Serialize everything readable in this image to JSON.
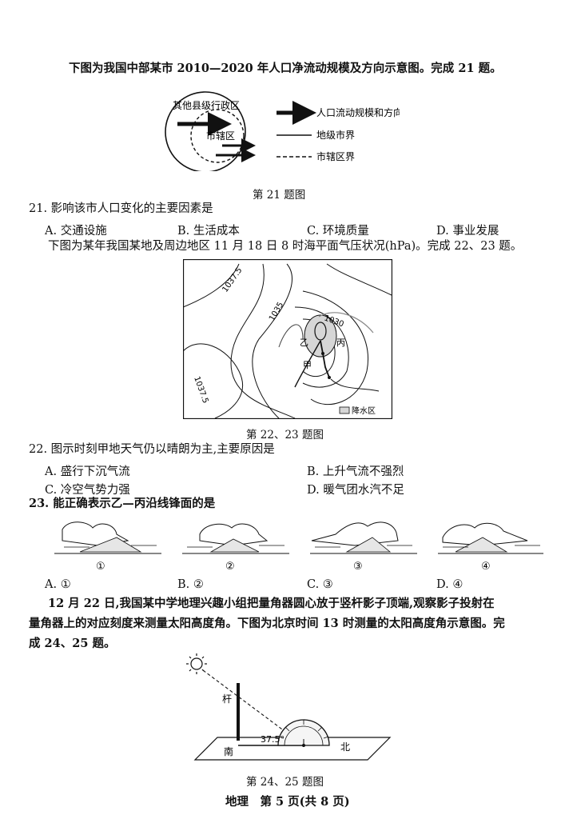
{
  "intro21": "下图为我国中部某市 2010—2020 年人口净流动规模及方向示意图。完成 21 题。",
  "fig21": {
    "outer_label": "其他县级行政区",
    "inner_label": "市辖区",
    "legend": [
      "人口流动规模和方向",
      "地级市界",
      "市辖区界"
    ],
    "caption": "第 21 题图"
  },
  "q21": {
    "stem": "21. 影响该市人口变化的主要因素是",
    "options": [
      "A. 交通设施",
      "B. 生活成本",
      "C. 环境质量",
      "D. 事业发展"
    ]
  },
  "intro22": "下图为某年我国某地及周边地区 11 月 18 日 8 时海平面气压状况(hPa)。完成 22、23 题。",
  "fig22": {
    "isobars": [
      "1037.5",
      "1035",
      "1030",
      "1037.5"
    ],
    "points": [
      "乙",
      "丙",
      "甲"
    ],
    "legend": "降水区",
    "caption": "第 22、23 题图"
  },
  "q22": {
    "stem": "22. 图示时刻甲地天气仍以晴朗为主,主要原因是",
    "options": [
      "A. 盛行下沉气流",
      "B. 上升气流不强烈",
      "C. 冷空气势力强",
      "D. 暖气团水汽不足"
    ]
  },
  "q23": {
    "stem": "23. 能正确表示乙—丙沿线锋面的是",
    "panels": [
      "①",
      "②",
      "③",
      "④"
    ],
    "options": [
      "A. ①",
      "B. ②",
      "C. ③",
      "D. ④"
    ]
  },
  "intro24": {
    "line1": "12 月 22 日,我国某中学地理兴趣小组把量角器圆心放于竖杆影子顶端,观察影子投射在",
    "line2": "量角器上的对应刻度来测量太阳高度角。下图为北京时间 13 时测量的太阳高度角示意图。完",
    "line3": "成 24、25 题。"
  },
  "fig24": {
    "pole": "杆",
    "angle": "37.5°",
    "south": "南",
    "north": "北",
    "caption": "第 24、25 题图"
  },
  "footer": "地理　第 5 页(共 8 页)"
}
